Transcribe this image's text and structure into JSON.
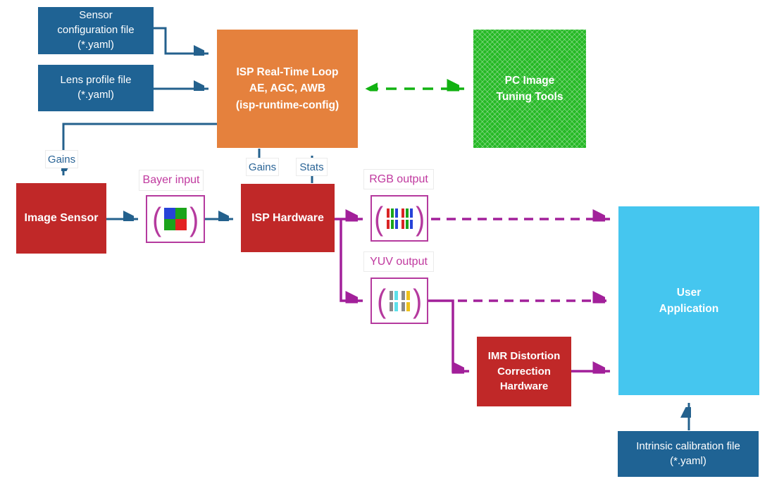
{
  "nodes": {
    "sensor_config_file": {
      "lines": [
        "Sensor",
        "configuration file",
        "(*.yaml)"
      ]
    },
    "lens_profile_file": {
      "lines": [
        "Lens profile file",
        "(*.yaml)"
      ]
    },
    "isp_realtime_loop": {
      "lines": [
        "ISP Real-Time Loop",
        "AE, AGC, AWB",
        "(isp-runtime-config)"
      ]
    },
    "pc_tuning_tools": {
      "lines": [
        "PC Image",
        "Tuning Tools"
      ]
    },
    "image_sensor": {
      "label": "Image Sensor"
    },
    "isp_hardware": {
      "label": "ISP Hardware"
    },
    "imr_hardware": {
      "lines": [
        "IMR Distortion",
        "Correction",
        "Hardware"
      ]
    },
    "user_application": {
      "lines": [
        "User",
        "Application"
      ]
    },
    "intrinsic_calibration_file": {
      "lines": [
        "Intrinsic calibration file",
        "(*.yaml)"
      ]
    }
  },
  "labels": {
    "gains_to_sensor": "Gains",
    "gains_to_isp": "Gains",
    "stats_to_loop": "Stats",
    "bayer_input": "Bayer input",
    "rgb_output": "RGB output",
    "yuv_output": "YUV output"
  },
  "icons": {
    "bayer_pattern": {
      "cells": [
        "#2743d8",
        "#1ba41b",
        "#1ba41b",
        "#e32222"
      ]
    },
    "rgb_stripes": {
      "bars": [
        "#d92525",
        "#1ba41b",
        "#2743d8"
      ]
    },
    "yuv_stripes": {
      "bars": [
        "#8a8a8a",
        "#5ce0ea",
        "#8a8a8a",
        "#eec11a"
      ]
    }
  },
  "colors": {
    "file_box": "#1f6394",
    "process_orange": "#e5813d",
    "hardware_red": "#c02828",
    "app_cyan": "#45c6ef",
    "tools_green": "#25b925",
    "arrow_blue": "#24618d",
    "arrow_magenta": "#a2209a",
    "arrow_green": "#12b212",
    "label_magenta": "#c0399f",
    "label_blue": "#2a6496",
    "icon_border": "#b53a9e"
  }
}
